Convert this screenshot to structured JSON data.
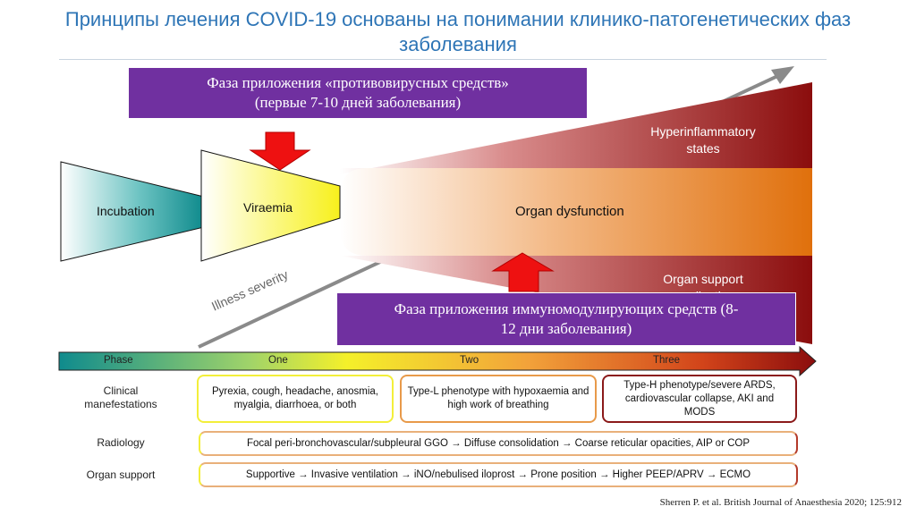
{
  "slide": {
    "title": "Принципы лечения COVID-19 основаны на понимании клинико-патогенетических фаз заболевания",
    "citation": "Sherren P. et al. British Journal of Anaesthesia 2020; 125:912"
  },
  "callouts": {
    "antiviral_line1": "Фаза приложения «противовирусных средств»",
    "antiviral_line2": "(первые 7-10 дней заболевания)",
    "immuno_line1": "Фаза приложения иммуномодулирующих средств (8-",
    "immuno_line2": "12 дни заболевания)"
  },
  "stages": {
    "incubation": "Incubation",
    "viraemia": "Viraemia",
    "organ_dysfunction": "Organ dysfunction",
    "hyper_line1": "Hyperinflammatory",
    "hyper_line2": "states",
    "support_line1": "Organ support",
    "support_line2": "complications",
    "illness_severity": "Illness severity"
  },
  "phase_bar": {
    "label": "Phase",
    "phases": [
      "One",
      "Two",
      "Three"
    ]
  },
  "rows": {
    "clinical_label_1": "Clinical",
    "clinical_label_2": "manefestations",
    "radiology_label": "Radiology",
    "organ_support_label": "Organ support",
    "clinical_one": "Pyrexia, cough, headache, anosmia, myalgia, diarrhoea, or both",
    "clinical_two": "Type-L phenotype with hypoxaemia and high work of breathing",
    "clinical_three": "Type-H phenotype/severe ARDS, cardiovascular collapse, AKI and MODS",
    "radiology": "Focal peri-bronchovascular/subpleural GGO → Diffuse consolidation → Coarse reticular opacities, AIP or COP",
    "organ_support": "Supportive → Invasive ventilation → iNO/nebulised iloprost → Prone position → Higher PEEP/APRV → ECMO"
  },
  "colors": {
    "title": "#2e75b6",
    "callout": "#7030a0",
    "incubation": "#138a8a",
    "viraemia": "#f7f32a",
    "organ": "#e07a10",
    "hyper": "#8b0d0d",
    "arrow_red": "#ee1111"
  }
}
